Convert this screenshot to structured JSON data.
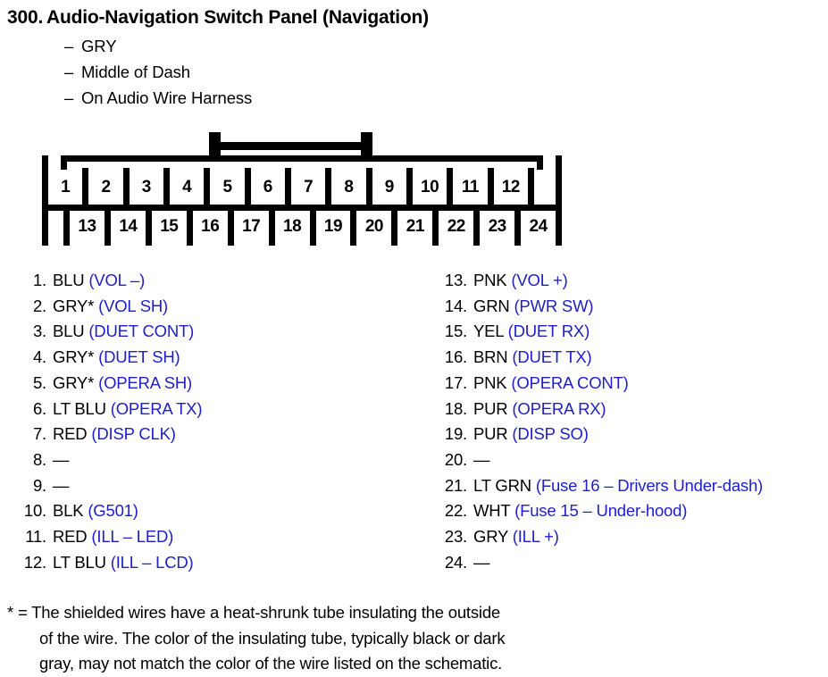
{
  "header": {
    "number": "300.",
    "title": "Audio-Navigation Switch Panel (Navigation)",
    "dash": "–",
    "sublines": [
      "GRY",
      "Middle of Dash",
      "On Audio Wire Harness"
    ]
  },
  "connector": {
    "top_row": [
      "1",
      "2",
      "3",
      "4",
      "5",
      "6",
      "7",
      "8",
      "9",
      "10",
      "11",
      "12"
    ],
    "bottom_row": [
      "13",
      "14",
      "15",
      "16",
      "17",
      "18",
      "19",
      "20",
      "21",
      "22",
      "23",
      "24"
    ],
    "blank_cell": ""
  },
  "pins": {
    "left": [
      {
        "idx": "1.",
        "color": "BLU",
        "circuit": "(VOL –)"
      },
      {
        "idx": "2.",
        "color": "GRY*",
        "circuit": "(VOL SH)"
      },
      {
        "idx": "3.",
        "color": "BLU",
        "circuit": "(DUET CONT)"
      },
      {
        "idx": "4.",
        "color": "GRY*",
        "circuit": "(DUET SH)"
      },
      {
        "idx": "5.",
        "color": "GRY*",
        "circuit": "(OPERA SH)"
      },
      {
        "idx": "6.",
        "color": "LT BLU",
        "circuit": "(OPERA TX)"
      },
      {
        "idx": "7.",
        "color": "RED",
        "circuit": "(DISP CLK)"
      },
      {
        "idx": "8.",
        "color": "—",
        "circuit": ""
      },
      {
        "idx": "9.",
        "color": "—",
        "circuit": ""
      },
      {
        "idx": "10.",
        "color": "BLK",
        "circuit": "(G501)"
      },
      {
        "idx": "11.",
        "color": "RED",
        "circuit": "(ILL – LED)"
      },
      {
        "idx": "12.",
        "color": "LT BLU",
        "circuit": "(ILL – LCD)"
      }
    ],
    "right": [
      {
        "idx": "13.",
        "color": "PNK",
        "circuit": "(VOL +)"
      },
      {
        "idx": "14.",
        "color": "GRN",
        "circuit": "(PWR SW)"
      },
      {
        "idx": "15.",
        "color": "YEL",
        "circuit": "(DUET RX)"
      },
      {
        "idx": "16.",
        "color": "BRN",
        "circuit": "(DUET TX)"
      },
      {
        "idx": "17.",
        "color": "PNK",
        "circuit": "(OPERA CONT)"
      },
      {
        "idx": "18.",
        "color": "PUR",
        "circuit": "(OPERA RX)"
      },
      {
        "idx": "19.",
        "color": "PUR",
        "circuit": "(DISP SO)"
      },
      {
        "idx": "20.",
        "color": "—",
        "circuit": ""
      },
      {
        "idx": "21.",
        "color": "LT GRN",
        "circuit": "(Fuse 16 – Drivers Under-dash)"
      },
      {
        "idx": "22.",
        "color": "WHT",
        "circuit": "(Fuse 15 – Under-hood)"
      },
      {
        "idx": "23.",
        "color": "GRY",
        "circuit": "(ILL +)"
      },
      {
        "idx": "24.",
        "color": "—",
        "circuit": ""
      }
    ]
  },
  "footnote": {
    "lines": [
      "* = The shielded wires have a heat-shrunk tube insulating the outside",
      "of the wire. The color of the insulating tube, typically black or dark",
      "gray, may not match the color of the wire listed on the schematic."
    ]
  },
  "colors": {
    "text": "#000000",
    "circuit_blue": "#2020c8",
    "background": "#ffffff"
  }
}
